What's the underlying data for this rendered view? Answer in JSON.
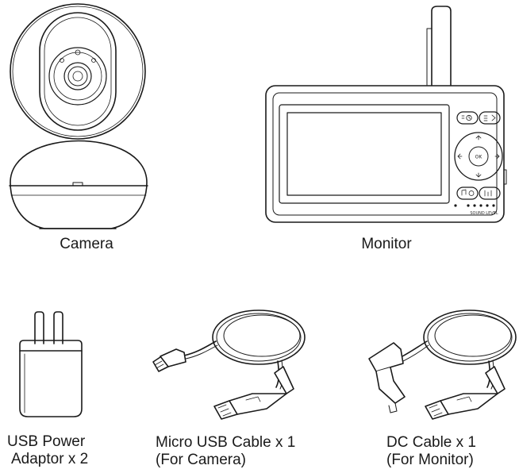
{
  "items": [
    {
      "key": "camera",
      "lines": [
        "Camera"
      ]
    },
    {
      "key": "monitor",
      "lines": [
        "Monitor"
      ]
    },
    {
      "key": "adaptor",
      "lines": [
        "USB Power",
        "Adaptor x 2"
      ]
    },
    {
      "key": "micro_usb_cable",
      "lines": [
        "Micro USB Cable x 1",
        "(For Camera)"
      ]
    },
    {
      "key": "dc_cable",
      "lines": [
        "DC Cable x 1",
        "(For Monitor)"
      ]
    }
  ],
  "monitor_panel": {
    "ok_label": "OK",
    "sound_level_label": "SOUND LEVEL"
  },
  "icons": [
    "camera-illustration",
    "monitor-illustration",
    "power-adaptor-illustration",
    "micro-usb-cable-illustration",
    "dc-cable-illustration"
  ],
  "colors": {
    "line": "#1a1a1a",
    "background": "#ffffff"
  }
}
